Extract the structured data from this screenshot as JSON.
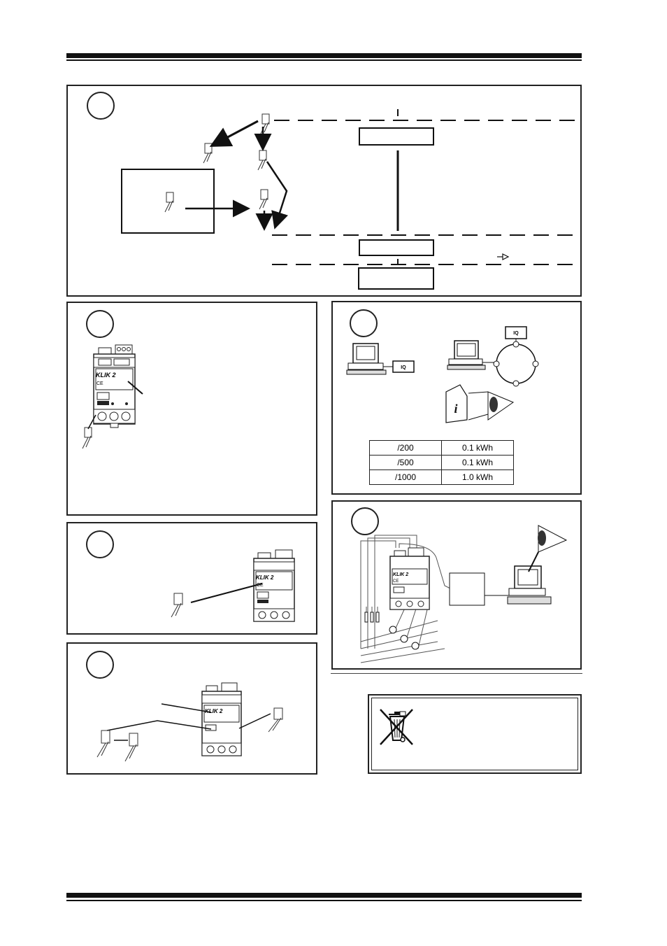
{
  "header": {
    "rule": "top"
  },
  "panel_install": {
    "step": "",
    "boxes": [
      "",
      "",
      ""
    ]
  },
  "panel_meter": {
    "step": "",
    "device": {
      "brand": "KLIK 2",
      "ce_mark": "CE"
    }
  },
  "panel_reading": {
    "step": "",
    "labels": {
      "monitor_tag_1": "IQ",
      "monitor_tag_2": "IQ",
      "info_icon": "i"
    },
    "table": {
      "rows": [
        {
          "ratio": "/200",
          "resolution": "0.1 kWh"
        },
        {
          "ratio": "/500",
          "resolution": "0.1 kWh"
        },
        {
          "ratio": "/1000",
          "resolution": "1.0 kWh"
        }
      ]
    }
  },
  "panel_reset": {
    "step": "",
    "device": {
      "brand": "KLIK 2",
      "ce_mark": "CE"
    }
  },
  "panel_wiring": {
    "step": "",
    "device": {
      "brand": "KLIK 2",
      "ce_mark": "CE"
    }
  },
  "panel_buttons": {
    "step": "",
    "device": {
      "brand": "KLIK 2"
    }
  },
  "weee": {
    "icon": "crossed-out-wheelie-bin-icon"
  },
  "footer": {
    "rule": "bottom"
  }
}
